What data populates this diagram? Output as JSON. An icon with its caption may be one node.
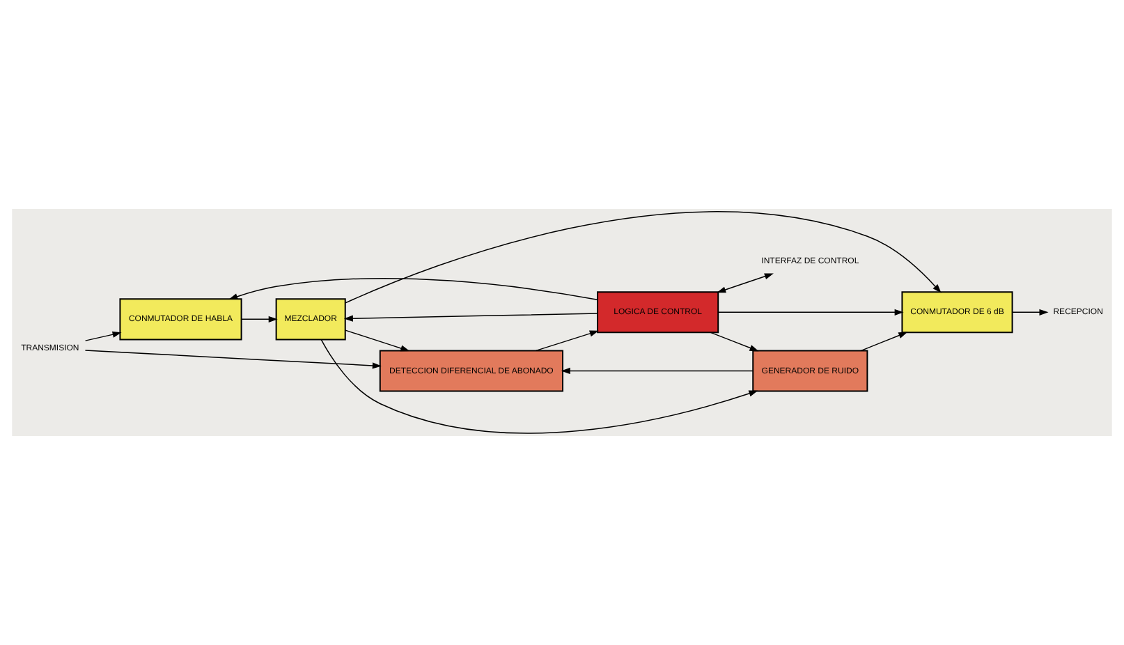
{
  "diagram": {
    "nodes": [
      {
        "text": [
          "TRANSMISION"
        ]
      },
      {
        "text": [
          "CONMUTADOR DE HABLA"
        ]
      },
      {
        "text": [
          "MEZCLADOR"
        ]
      },
      {
        "text": [
          "LOGICA DE CONTROL"
        ]
      },
      {
        "text": [
          "DETECCION DIFERENCIAL DE ABONADO"
        ]
      },
      {
        "text": [
          "GENERADOR DE RUIDO"
        ]
      },
      {
        "text": [
          "INTERFAZ DE CONTROL"
        ]
      },
      {
        "text": [
          "CONMUTADOR DE 6 dB"
        ]
      },
      {
        "text": [
          "RECEPCION"
        ]
      }
    ],
    "edges": [
      {
        "from": 0,
        "to": 1,
        "arrow": "to"
      },
      {
        "from": 0,
        "to": 4,
        "arrow": "to"
      },
      {
        "from": 1,
        "to": 2,
        "arrow": "to"
      },
      {
        "from": 3,
        "to": 1,
        "arrow": "to"
      },
      {
        "from": 3,
        "to": 2,
        "arrow": "to"
      },
      {
        "from": 2,
        "to": 5,
        "arrow": "to"
      },
      {
        "from": 3,
        "to": 5,
        "arrow": "to"
      },
      {
        "from": 4,
        "to": 3,
        "arrow": "to"
      },
      {
        "from": 3,
        "to": 6,
        "arrow": "both"
      },
      {
        "from": 3,
        "to": 7,
        "arrow": "to"
      },
      {
        "from": 2,
        "to": 7,
        "arrow": "to"
      },
      {
        "from": 5,
        "to": 7,
        "arrow": "to"
      },
      {
        "from": 2,
        "to": 4,
        "arrow": "to"
      },
      {
        "from": 5,
        "to": 4,
        "arrow": "to"
      },
      {
        "from": 7,
        "to": 8,
        "arrow": "to"
      }
    ]
  }
}
